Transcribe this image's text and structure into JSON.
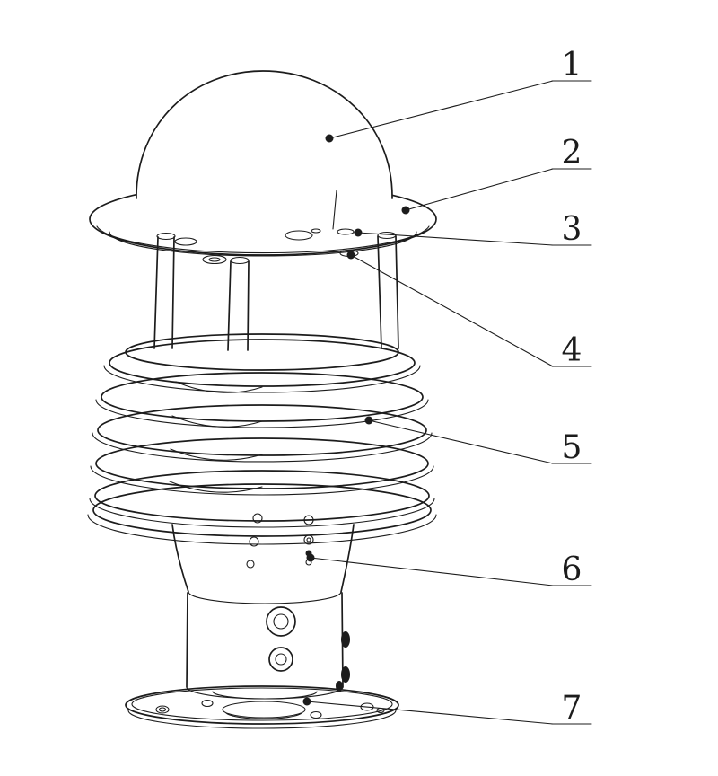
{
  "figure": {
    "background": "#ffffff",
    "line_color": "#1c1c1c"
  },
  "callouts": {
    "labels": [
      "1",
      "2",
      "3",
      "4",
      "5",
      "6",
      "7"
    ]
  }
}
